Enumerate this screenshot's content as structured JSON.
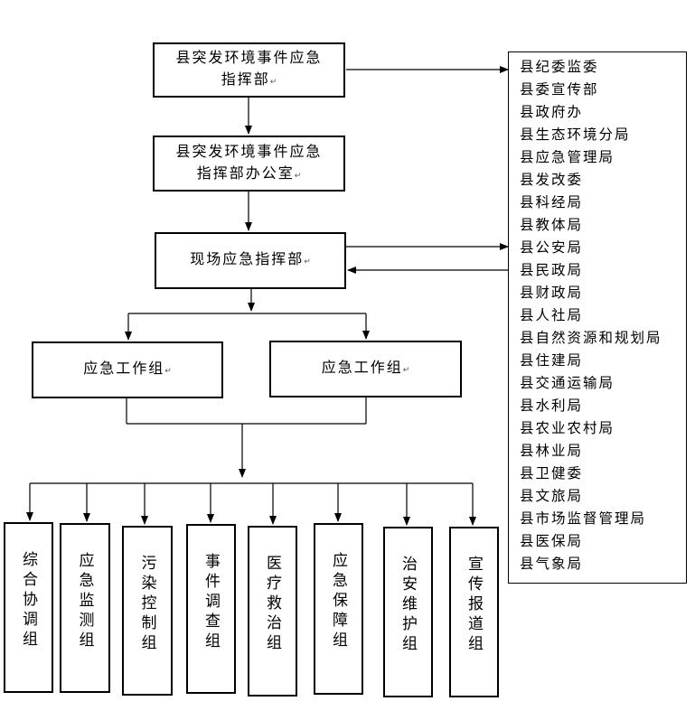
{
  "command_hq": "县突发环境事件应急指挥部",
  "hq_office": "县突发环境事件应急指挥部办公室",
  "onsite_hq": "现场应急指挥部",
  "working_groups": [
    "应急工作组",
    "应急工作组"
  ],
  "sub_groups": [
    "综合协调组",
    "应急监测组",
    "污染控制组",
    "事件调查组",
    "医疗救治组",
    "应急保障组",
    "治安维护组",
    "宣传报道组"
  ],
  "departments": [
    "县纪委监委",
    "县委宣传部",
    "县政府办",
    "县生态环境分局",
    "县应急管理局",
    "县发改委",
    "县科经局",
    "县教体局",
    "县公安局",
    "县民政局",
    "县财政局",
    "县人社局",
    "县自然资源和规划局",
    "县住建局",
    "县交通运输局",
    "县水利局",
    "县农业农村局",
    "县林业局",
    "县卫健委",
    "县文旅局",
    "县市场监督管理局",
    "县医保局",
    "县气象局"
  ],
  "return_mark": "↵"
}
